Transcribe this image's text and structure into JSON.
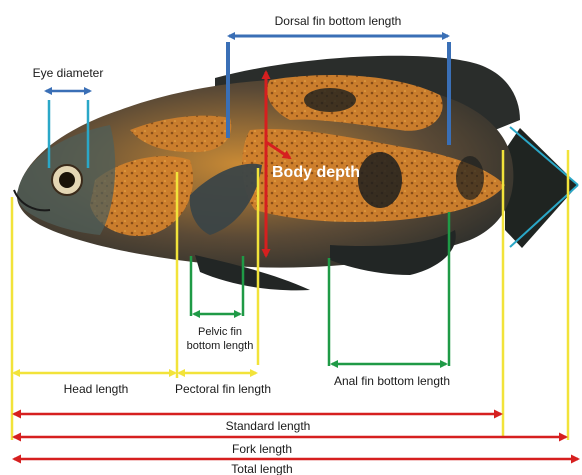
{
  "labels": {
    "dorsal_fin_bottom_length": "Dorsal fin bottom length",
    "eye_diameter": "Eye diameter",
    "body_depth": "Body depth",
    "pelvic_fin_line1": "Pelvic fin",
    "pelvic_fin_line2": "bottom length",
    "head_length": "Head length",
    "pectoral_fin_length": "Pectoral fin length",
    "anal_fin_bottom_length": "Anal fin bottom length",
    "standard_length": "Standard length",
    "fork_length": "Fork length",
    "total_length": "Total length"
  },
  "colors": {
    "blue": "#3a6fb6",
    "cyan": "#2aa7c7",
    "yellow": "#f2e33a",
    "green": "#1f9a46",
    "red": "#d61f1f",
    "fish_dark": "#2a2d2b",
    "fish_orange": "#d0802c"
  }
}
